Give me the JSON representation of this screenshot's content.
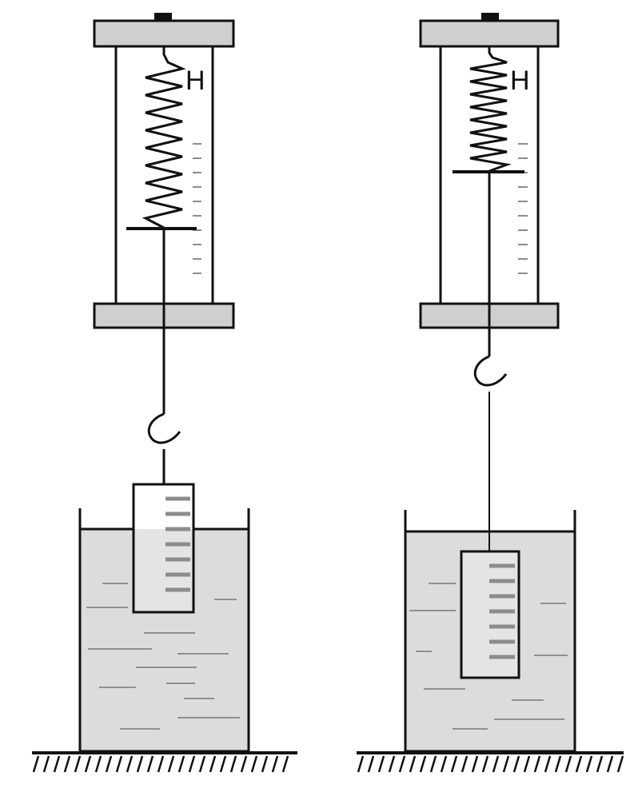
{
  "diagram": {
    "apparatus": [
      {
        "id": "left",
        "spring_label": "H",
        "block_state": "partially-submerged"
      },
      {
        "id": "right",
        "spring_label": "H",
        "block_state": "fully-submerged"
      }
    ]
  },
  "colors": {
    "line": "#111111",
    "plate_fill": "#cfcfcf",
    "water_fill": "#dcdcdc",
    "block_mark": "#8c8c8c",
    "scale_mark": "#8c8c8c",
    "background": "#ffffff"
  }
}
